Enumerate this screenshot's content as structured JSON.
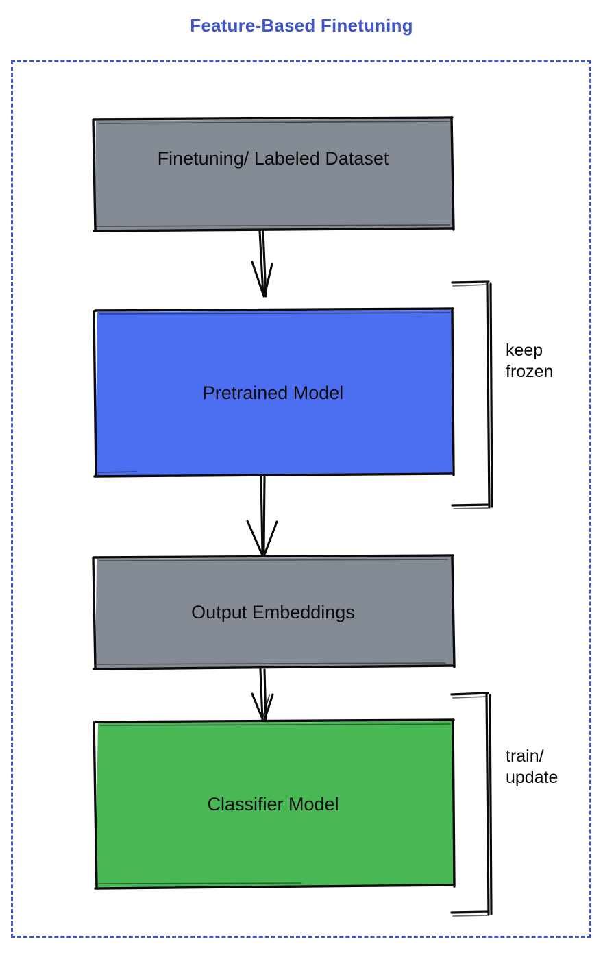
{
  "title": "Feature-Based Finetuning",
  "colors": {
    "title_blue": "#3f55c9",
    "frame_dashed_blue": "#3f55c9",
    "node_gray_fill": "#848b95",
    "node_blue_fill": "#4c6ef0",
    "node_green_fill": "#48b855",
    "stroke_black": "#0b0b0b",
    "background": "#ffffff"
  },
  "nodes": [
    {
      "id": "dataset",
      "label": "Finetuning/ Labeled Dataset",
      "fill": "#848b95",
      "role": "input-data"
    },
    {
      "id": "pretrained",
      "label": "Pretrained Model",
      "fill": "#4c6ef0",
      "role": "frozen-model"
    },
    {
      "id": "embeddings",
      "label": "Output Embeddings",
      "fill": "#848b95",
      "role": "intermediate-data"
    },
    {
      "id": "classifier",
      "label": "Classifier Model",
      "fill": "#48b855",
      "role": "trainable-model"
    }
  ],
  "edges": [
    {
      "id": "dataset-to-pretrained",
      "from": "dataset",
      "to": "pretrained",
      "style": "sketch-arrow-down"
    },
    {
      "id": "pretrained-to-embeddings",
      "from": "pretrained",
      "to": "embeddings",
      "style": "sketch-arrow-down"
    },
    {
      "id": "embeddings-to-classifier",
      "from": "embeddings",
      "to": "classifier",
      "style": "sketch-arrow-down"
    }
  ],
  "annotations": [
    {
      "id": "keep-frozen",
      "text": "keep\nfrozen",
      "targets": "pretrained",
      "bracket": "right-sketch-bracket"
    },
    {
      "id": "train-update",
      "text": "train/\nupdate",
      "targets": "classifier",
      "bracket": "right-sketch-bracket"
    }
  ]
}
